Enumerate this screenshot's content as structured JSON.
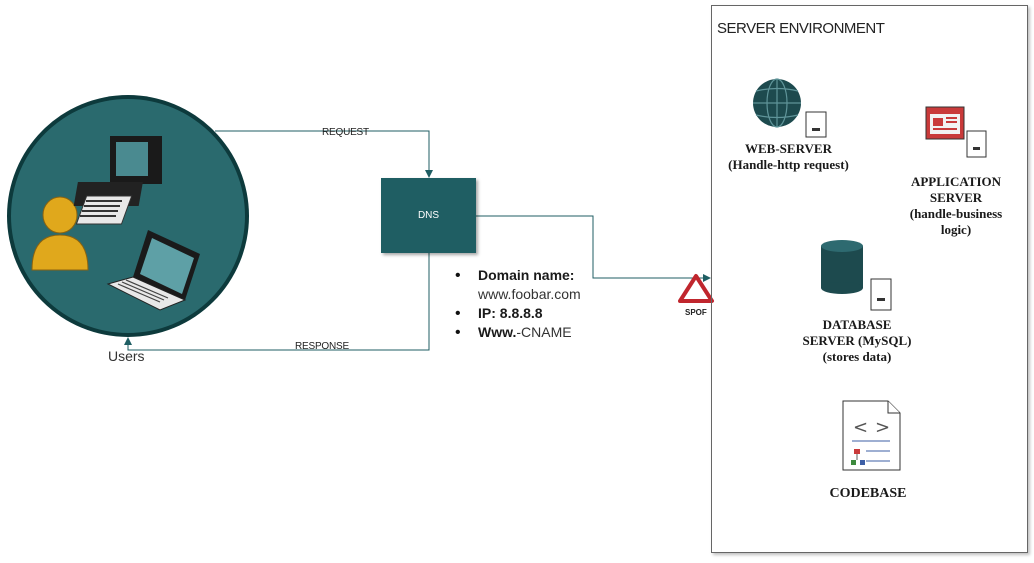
{
  "users": {
    "label": "Users"
  },
  "flow": {
    "request_label": "REQUEST",
    "response_label": "RESPONSE"
  },
  "dns": {
    "box_label": "DNS",
    "info": {
      "domain_title": "Domain name:",
      "domain_value": "www.foobar.com",
      "ip": "IP: 8.8.8.8",
      "www_bold": "Www.",
      "www_rest": "-CNAME"
    }
  },
  "spof": {
    "label": "SPOF",
    "icon": "warning-triangle-icon"
  },
  "server_env": {
    "title": "SERVER ENVIRONMENT",
    "web_server": {
      "line1": "WEB-SERVER",
      "line2": "(Handle-http request)"
    },
    "app_server": {
      "line1": "APPLICATION",
      "line2": "SERVER",
      "line3": "(handle-business",
      "line4": "logic)"
    },
    "db_server": {
      "line1": "DATABASE",
      "line2": "SERVER (MySQL)",
      "line3": "(stores data)"
    },
    "codebase": {
      "label": "CODEBASE"
    }
  },
  "colors": {
    "teal": "#1f5e63",
    "circle": "#2a6a6e",
    "user": "#e0a81c",
    "warning": "#c0262d"
  }
}
